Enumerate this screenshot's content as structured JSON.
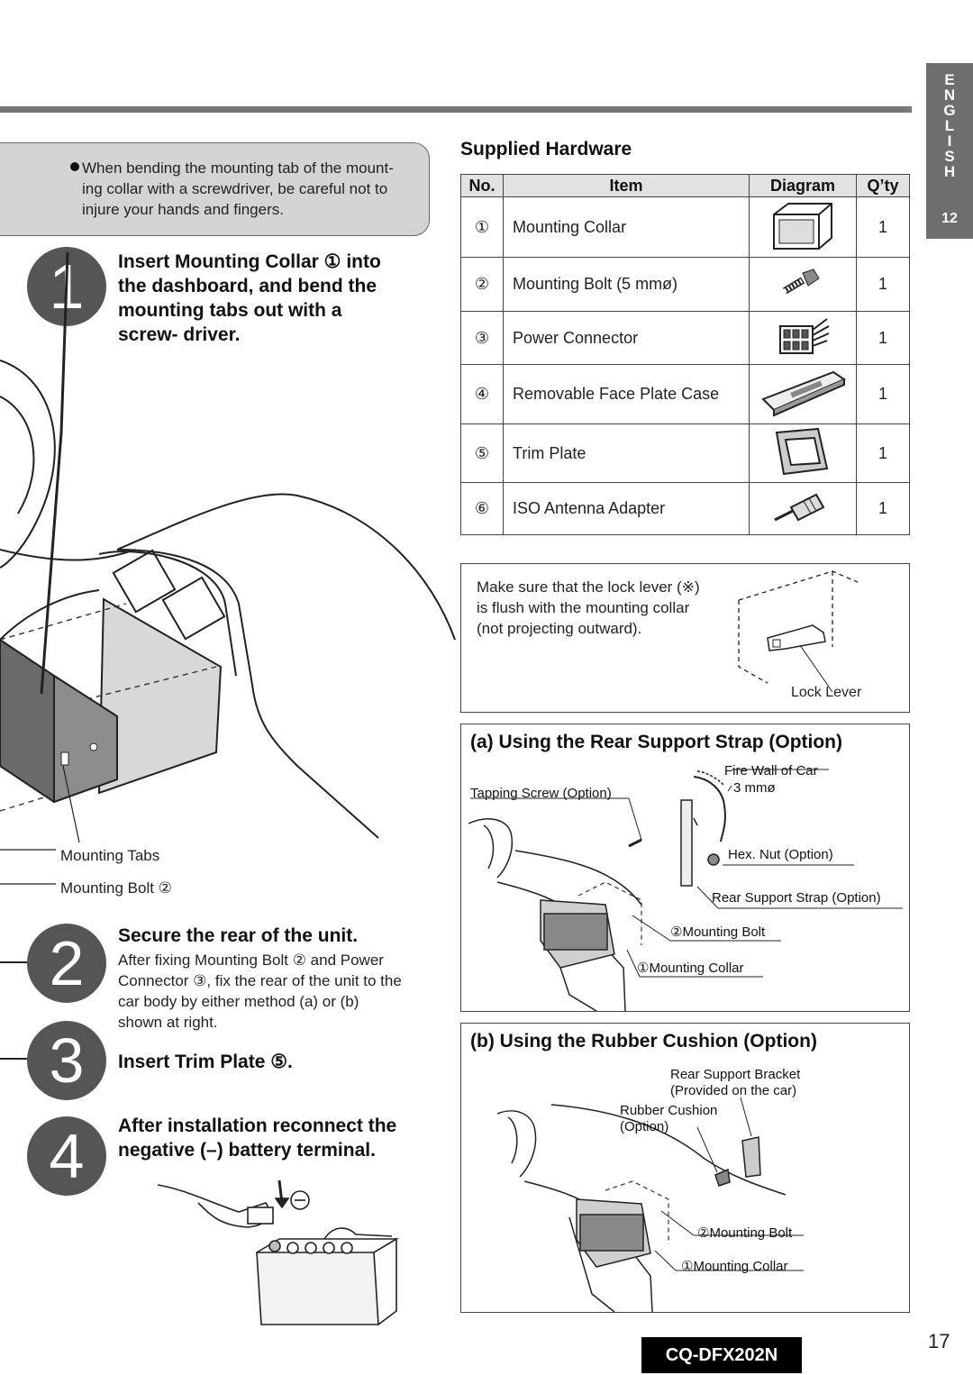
{
  "language_tab": {
    "letters": [
      "E",
      "N",
      "G",
      "L",
      "I",
      "S",
      "H"
    ],
    "page": "12"
  },
  "caution_note": "When bending the mounting tab of the mount- ing collar with a screwdriver, be careful not to injure your hands and fingers.",
  "steps": [
    {
      "number": "1",
      "heading": "Insert Mounting Collar ① into the dashboard, and bend the mounting tabs out with a screw- driver.",
      "body": ""
    },
    {
      "number": "2",
      "heading": "Secure the rear of the unit.",
      "body": "After fixing Mounting Bolt ② and Power Connector ③, fix the rear of the unit to the car body by either method (a) or (b) shown at right."
    },
    {
      "number": "3",
      "heading": "Insert Trim Plate ⑤.",
      "body": ""
    },
    {
      "number": "4",
      "heading": "After installation reconnect the negative (–) battery terminal.",
      "body": ""
    }
  ],
  "figure1_labels": {
    "mounting_tabs": "Mounting Tabs",
    "mounting_bolt": "Mounting Bolt ②"
  },
  "supplied_hardware": {
    "title": "Supplied Hardware",
    "columns": [
      "No.",
      "Item",
      "Diagram",
      "Q’ty"
    ],
    "rows": [
      {
        "no": "①",
        "item": "Mounting Collar",
        "diagram": "mounting-collar-icon",
        "qty": "1"
      },
      {
        "no": "②",
        "item": "Mounting Bolt (5 mmø)",
        "diagram": "mounting-bolt-icon",
        "qty": "1"
      },
      {
        "no": "③",
        "item": "Power Connector",
        "diagram": "power-connector-icon",
        "qty": "1"
      },
      {
        "no": "④",
        "item": "Removable Face Plate Case",
        "diagram": "face-plate-case-icon",
        "qty": "1"
      },
      {
        "no": "⑤",
        "item": "Trim Plate",
        "diagram": "trim-plate-icon",
        "qty": "1"
      },
      {
        "no": "⑥",
        "item": "ISO Antenna Adapter",
        "diagram": "antenna-adapter-icon",
        "qty": "1"
      }
    ]
  },
  "lock_lever_note": {
    "text": "Make sure that the lock lever (※) is flush with the mounting collar (not projecting outward).",
    "label": "Lock Lever"
  },
  "method_a": {
    "title": "(a) Using the Rear Support Strap (Option)",
    "labels": {
      "fire_wall": "Fire Wall of Car",
      "size": "3 mmø",
      "tapping_screw": "Tapping Screw (Option)",
      "hex_nut": "Hex. Nut (Option)",
      "strap": "Rear Support Strap (Option)",
      "bolt": "②Mounting Bolt",
      "collar": "①Mounting Collar"
    }
  },
  "method_b": {
    "title": "(b) Using the Rubber Cushion (Option)",
    "labels": {
      "bracket_1": "Rear Support Bracket",
      "bracket_2": "(Provided on the car)",
      "cushion_1": "Rubber Cushion",
      "cushion_2": "(Option)",
      "bolt": "②Mounting Bolt",
      "collar": "①Mounting Collar"
    }
  },
  "footer": {
    "model": "CQ-DFX202N",
    "page_number": "17"
  }
}
